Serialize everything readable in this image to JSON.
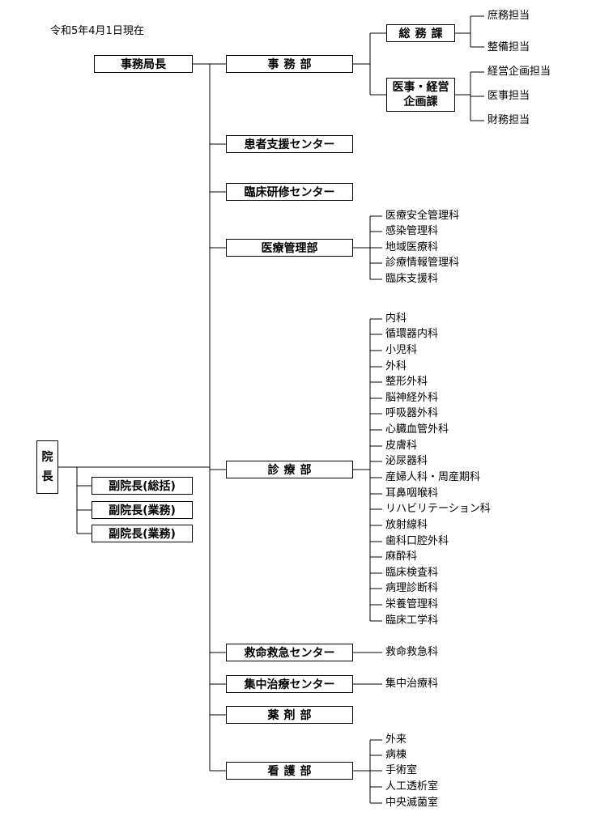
{
  "date": "令和5年4月1日現在",
  "director": [
    "院",
    "長"
  ],
  "vice_directors": [
    "副院長(総括)",
    "副院長(業務)",
    "副院長(業務)"
  ],
  "secretary_general": "事務局長",
  "admin_dept": {
    "name": "事務部",
    "sections": [
      {
        "name": "総務課",
        "staff": [
          "庶務担当",
          "整備担当"
        ]
      },
      {
        "name_lines": [
          "医事・経営",
          "企画課"
        ],
        "staff": [
          "経営企画担当",
          "医事担当",
          "財務担当"
        ]
      }
    ]
  },
  "patient_support": "患者支援センター",
  "clinical_training": "臨床研修センター",
  "medical_management": {
    "name": "医療管理部",
    "divisions": [
      "医療安全管理科",
      "感染管理科",
      "地域医療科",
      "診療情報管理科",
      "臨床支援科"
    ]
  },
  "clinical": {
    "name": "診療部",
    "divisions": [
      "内科",
      "循環器内科",
      "小児科",
      "外科",
      "整形外科",
      "脳神経外科",
      "呼吸器外科",
      "心臓血管外科",
      "皮膚科",
      "泌尿器科",
      "産婦人科・周産期科",
      "耳鼻咽喉科",
      "リハビリテーション科",
      "放射線科",
      "歯科口腔外科",
      "麻酔科",
      "臨床検査科",
      "病理診断科",
      "栄養管理科",
      "臨床工学科"
    ]
  },
  "emergency": {
    "name": "救命救急センター",
    "division": "救命救急科"
  },
  "intensive_care": {
    "name": "集中治療センター",
    "division": "集中治療科"
  },
  "pharmacy": "薬剤部",
  "nursing": {
    "name": "看護部",
    "units": [
      "外来",
      "病棟",
      "手術室",
      "人工透析室",
      "中央滅菌室"
    ]
  }
}
